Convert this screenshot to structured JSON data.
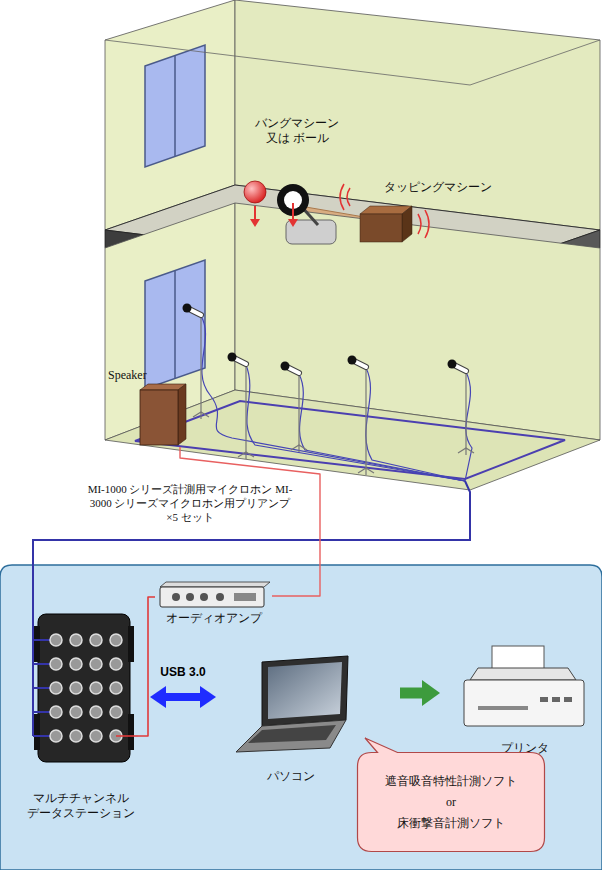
{
  "diagram": {
    "nodes": [
      {
        "text": [
          "Speaker"
        ]
      },
      {
        "text": [
          "オーディオアンプ"
        ]
      },
      {
        "text": [
          "マルチチャンネル データステーション"
        ]
      },
      {
        "text": [
          "パソコン"
        ]
      },
      {
        "text": [
          "プリンタ"
        ]
      },
      {
        "text": [
          "遮音吸音特性計測ソフト",
          "or",
          "床衝撃音計測ソフト"
        ]
      }
    ],
    "edges": [
      {
        "from": 2,
        "to": 1,
        "arrow": "none"
      },
      {
        "from": 1,
        "to": 0,
        "arrow": "none"
      },
      {
        "from": 2,
        "to": 3,
        "label": "USB 3.0",
        "arrow": "both"
      },
      {
        "from": 3,
        "to": 4,
        "arrow": "to"
      }
    ],
    "labels": [
      "バングマシーン 又は ボール",
      "タッピングマシーン",
      "MI-1000 シリーズ計測用マイクロホン MI-3000 シリーズマイクロホン用プリアンプ ×5 セット"
    ]
  }
}
